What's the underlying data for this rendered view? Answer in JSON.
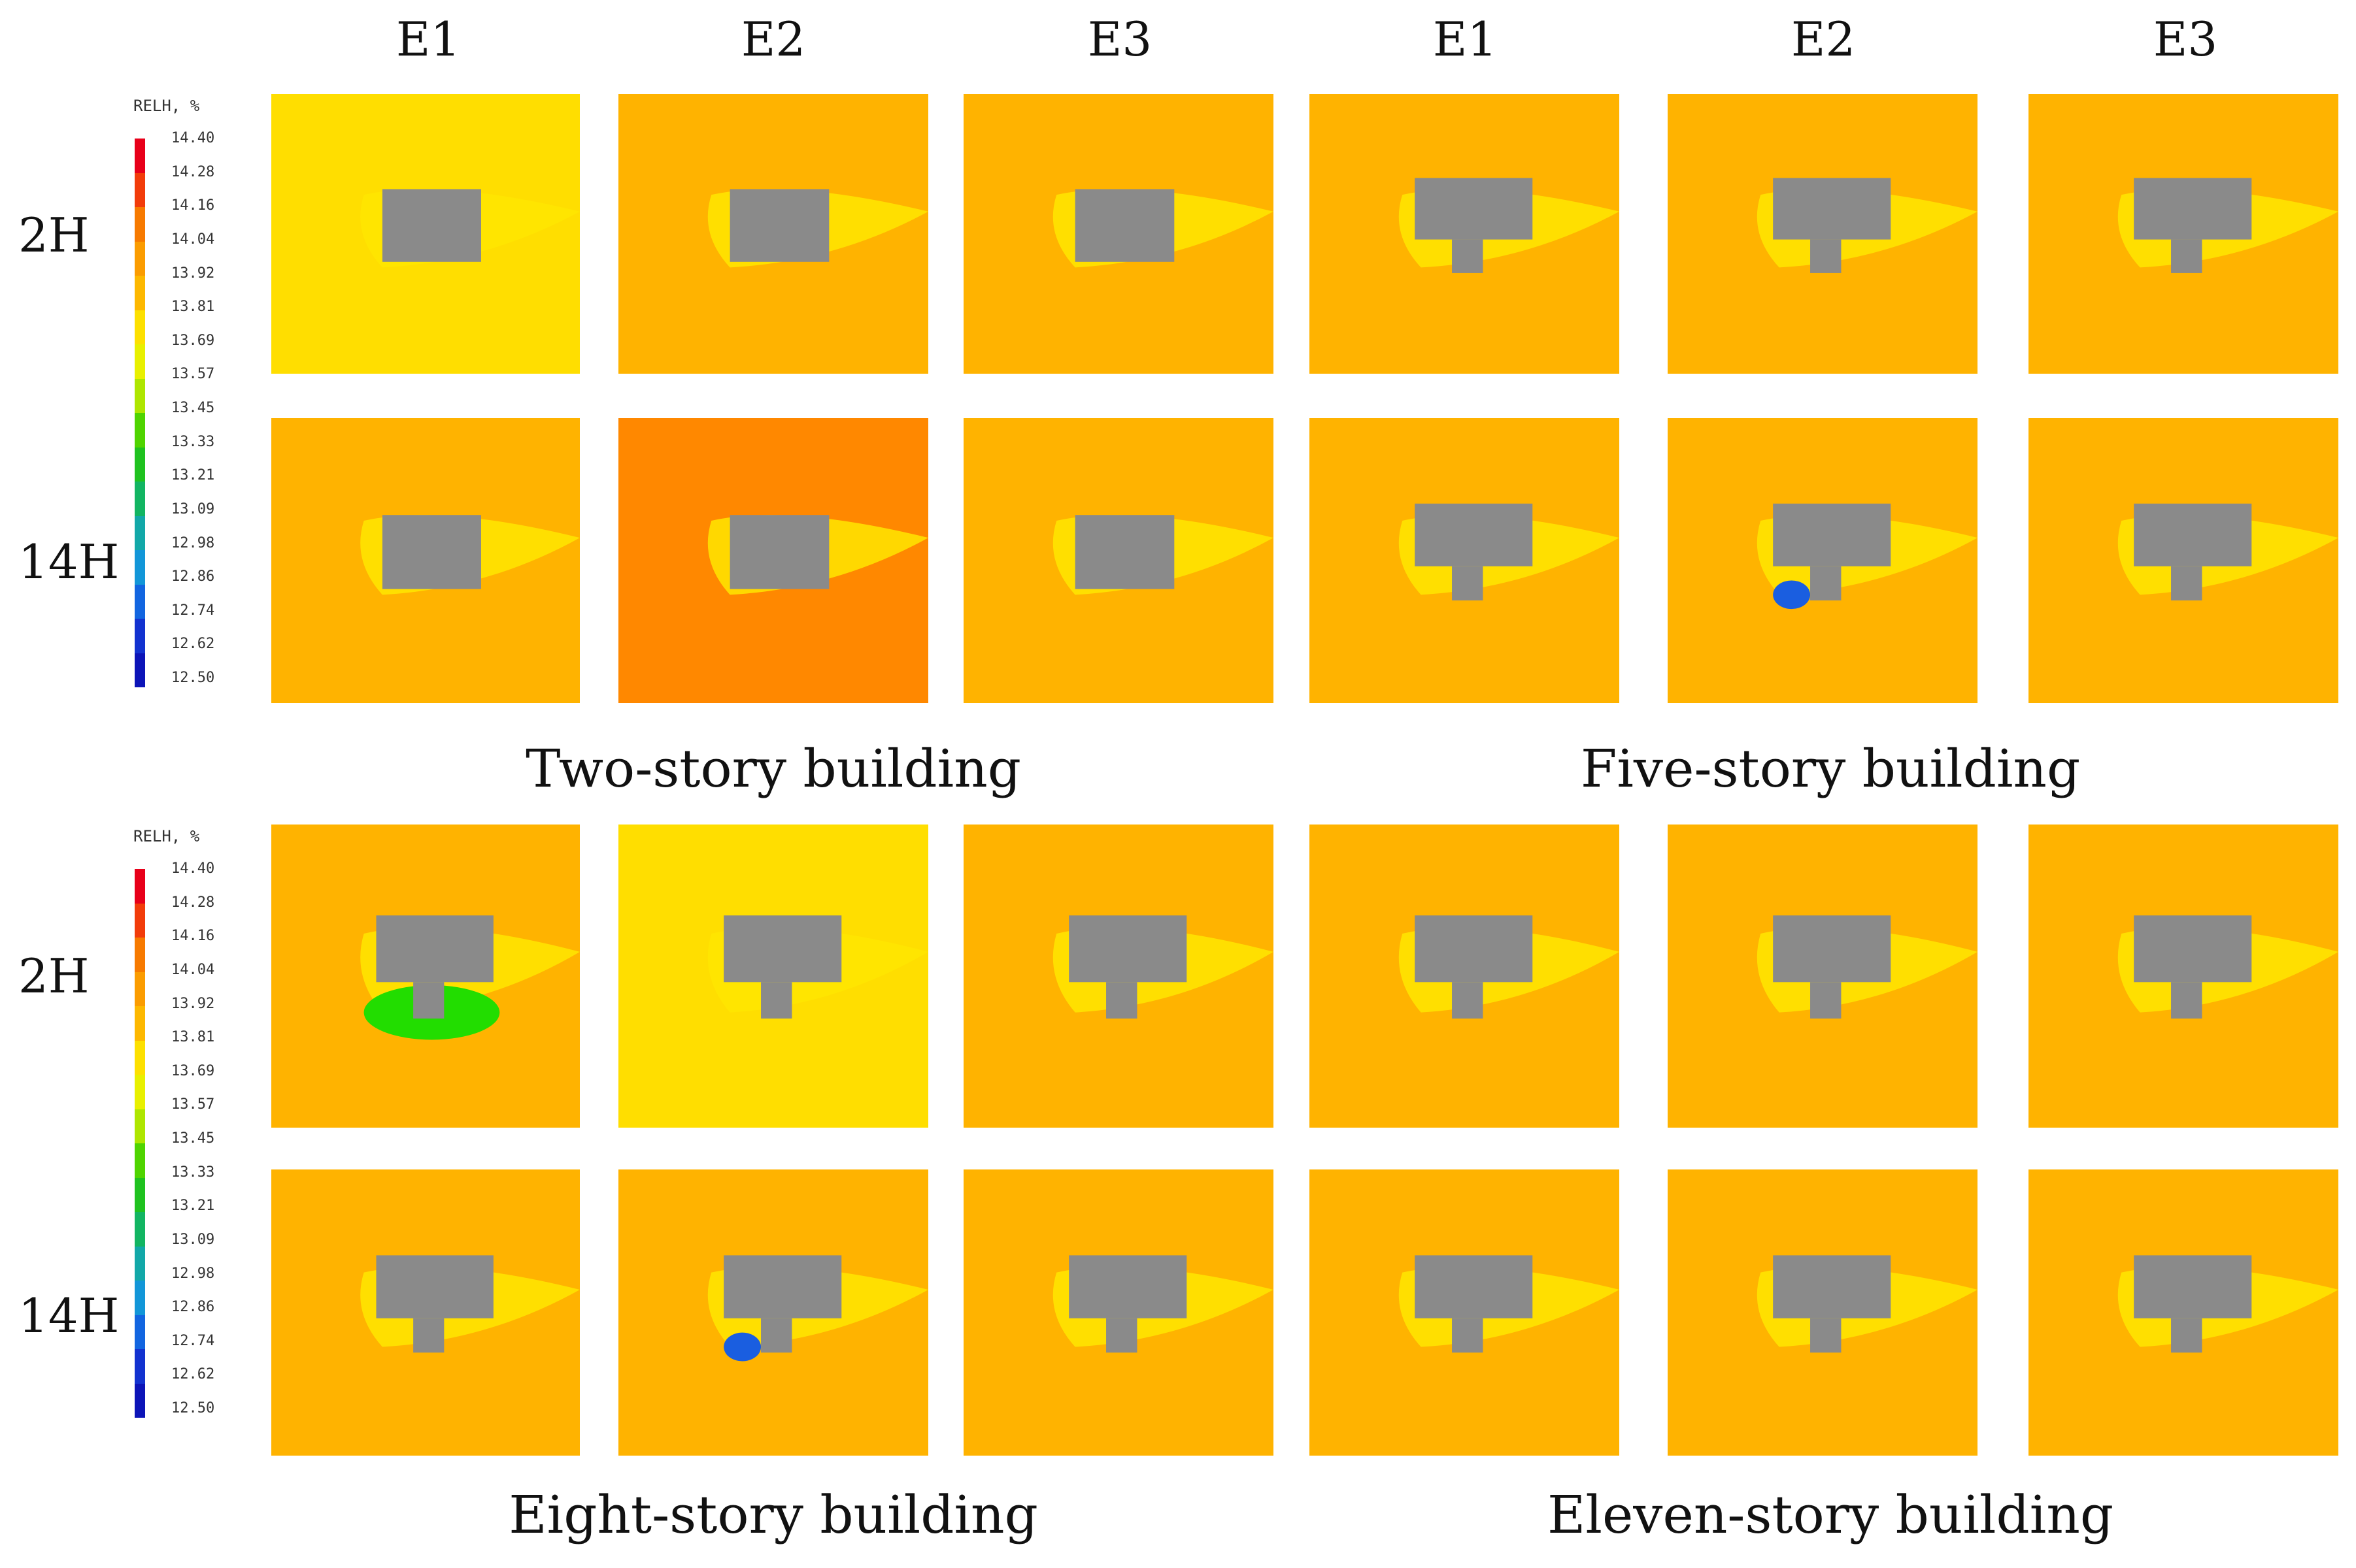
{
  "column_headers": [
    "E1",
    "E2",
    "E3",
    "E1",
    "E2",
    "E3"
  ],
  "row_labels": [
    "2H",
    "14H",
    "2H",
    "14H"
  ],
  "sections": [
    {
      "caption": "Two-story building"
    },
    {
      "caption": "Five-story building"
    },
    {
      "caption": "Eight-story building"
    },
    {
      "caption": "Eleven-story building"
    }
  ],
  "legend": {
    "title": "RELH, %",
    "values": [
      "14.40",
      "14.28",
      "14.16",
      "14.04",
      "13.92",
      "13.81",
      "13.69",
      "13.57",
      "13.45",
      "13.33",
      "13.21",
      "13.09",
      "12.98",
      "12.86",
      "12.74",
      "12.62",
      "12.50"
    ],
    "colors": [
      "#e8001a",
      "#f23c0a",
      "#f77a00",
      "#fb9c00",
      "#fdb800",
      "#fde000",
      "#e8f000",
      "#aee600",
      "#4fd400",
      "#1fc21f",
      "#12b562",
      "#12a8a8",
      "#1296d8",
      "#1265e0",
      "#1232d0",
      "#0c14b8"
    ]
  },
  "colors": {
    "field_default": "#ffb300",
    "field_light": "#ffde00",
    "field_dark": "#ff8800",
    "wake_yellow": "#ffe600",
    "wake_green": "#22dd00",
    "wake_blue": "#1a5ee0",
    "building": "#8a8a8a"
  }
}
